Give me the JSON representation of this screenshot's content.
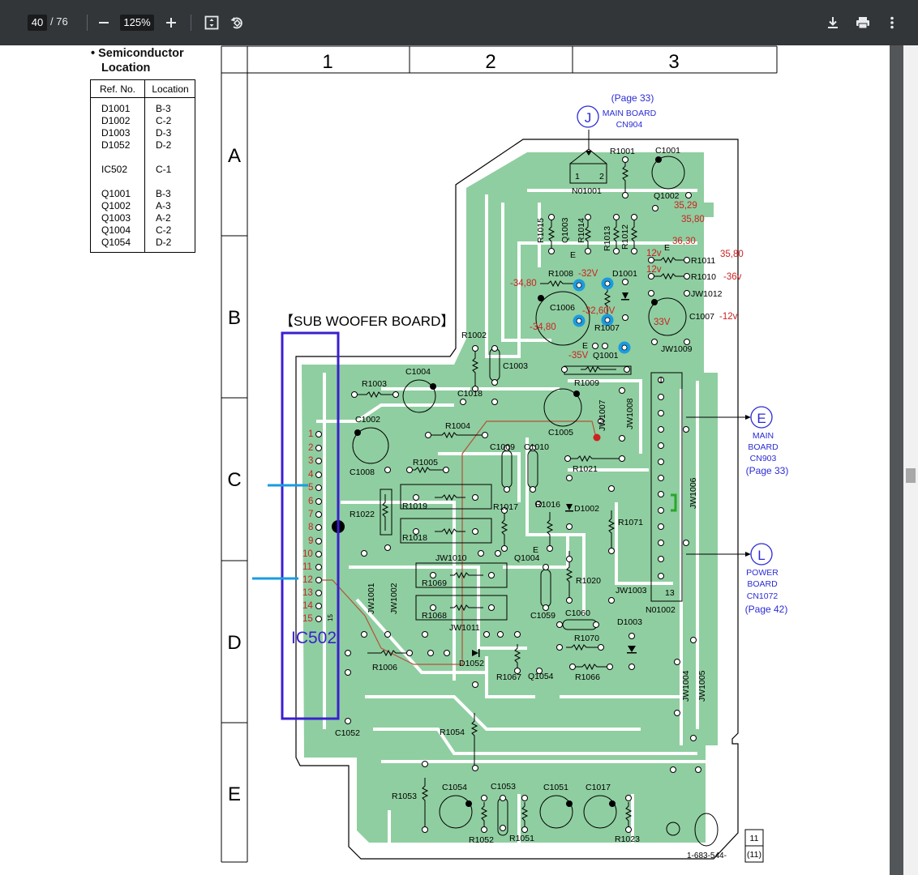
{
  "toolbar": {
    "page_current": "40",
    "page_total": "/ 76",
    "zoom": "125%",
    "icons": [
      "minus-icon",
      "plus-icon",
      "fit-page-icon",
      "rotate-icon",
      "download-icon",
      "print-icon",
      "more-icon"
    ]
  },
  "semiconductor": {
    "title_line1": "• Semiconductor",
    "title_line2": "Location",
    "col_ref": "Ref. No.",
    "col_loc": "Location",
    "rows": [
      {
        "ref": "D1001",
        "loc": "B-3"
      },
      {
        "ref": "D1002",
        "loc": "C-2"
      },
      {
        "ref": "D1003",
        "loc": "D-3"
      },
      {
        "ref": "D1052",
        "loc": "D-2"
      },
      {
        "ref": "IC502",
        "loc": "C-1"
      },
      {
        "ref": "Q1001",
        "loc": "B-3"
      },
      {
        "ref": "Q1002",
        "loc": "A-3"
      },
      {
        "ref": "Q1003",
        "loc": "A-2"
      },
      {
        "ref": "Q1004",
        "loc": "C-2"
      },
      {
        "ref": "Q1054",
        "loc": "D-2"
      }
    ]
  },
  "grid": {
    "columns": [
      "1",
      "2",
      "3"
    ],
    "rows": [
      "A",
      "B",
      "C",
      "D",
      "E"
    ]
  },
  "board": {
    "title": "【SUB WOOFER BOARD】",
    "ic_label": "IC502",
    "pins": [
      "1",
      "2",
      "3",
      "4",
      "5",
      "6",
      "7",
      "8",
      "9",
      "10",
      "11",
      "12",
      "13",
      "14",
      "15"
    ],
    "pin15": "15",
    "connectors": {
      "j_letter": "J",
      "j_page": "(Page 33)",
      "j_board": "MAIN BOARD",
      "j_cn": "CN904",
      "e_letter": "E",
      "e_line1": "MAIN",
      "e_line2": "BOARD",
      "e_cn": "CN903",
      "e_page": "(Page 33)",
      "l_letter": "L",
      "l_line1": "POWER",
      "l_line2": "BOARD",
      "l_cn": "CN1072",
      "l_page": "(Page 42)"
    },
    "components": {
      "R1001": "R1001",
      "C1001": "C1001",
      "N01001": "N01001",
      "Q1002": "Q1002",
      "R1015": "R1015",
      "Q1003": "Q1003",
      "R1014": "R1014",
      "R1013": "R1013",
      "R1012": "R1012",
      "R1011": "R1011",
      "R1010": "R1010",
      "R1008": "R1008",
      "D1001": "D1001",
      "JW1012": "JW1012",
      "C1006": "C1006",
      "R1007": "R1007",
      "C1007": "C1007",
      "Q1001": "Q1001",
      "JW1009": "JW1009",
      "R1002": "R1002",
      "C1003": "C1003",
      "R1009": "R1009",
      "R1003": "R1003",
      "C1004": "C1004",
      "C1018": "C1018",
      "C1002": "C1002",
      "C1005": "C1005",
      "JW1007": "JW1007",
      "JW1008": "JW1008",
      "R1004": "R1004",
      "C1009": "C1009",
      "C1010": "C1010",
      "R1021": "R1021",
      "C1008": "C1008",
      "R1005": "R1005",
      "R1019": "R1019",
      "R1017": "R1017",
      "R1016": "R1016",
      "D1002": "D1002",
      "R1022": "R1022",
      "R1018": "R1018",
      "R1071": "R1071",
      "Q1004": "Q1004",
      "JW1006": "JW1006",
      "JW1010": "JW1010",
      "R1069": "R1069",
      "R1020": "R1020",
      "JW1003": "JW1003",
      "N01002": "N01002",
      "R1068": "R1068",
      "C1059": "C1059",
      "C1060": "C1060",
      "D1003": "D1003",
      "JW1011": "JW1011",
      "JW1001": "JW1001",
      "JW1002": "JW1002",
      "R1070": "R1070",
      "R1006": "R1006",
      "D1052": "D1052",
      "R1067": "R1067",
      "Q1054": "Q1054",
      "R1066": "R1066",
      "JW1004": "JW1004",
      "JW1005": "JW1005",
      "C1052": "C1052",
      "R1054": "R1054",
      "R1053": "R1053",
      "C1054": "C1054",
      "C1053": "C1053",
      "C1051": "C1051",
      "C1017": "C1017",
      "R1052": "R1052",
      "R1051": "R1051",
      "R1023": "R1023",
      "E1": "E",
      "E2": "E",
      "E3": "E",
      "E4": "E",
      "one": "1",
      "two": "2",
      "thirteen": "13"
    },
    "voltages": {
      "v1": "35,29",
      "v2": "35,80",
      "v3": "36,30",
      "v4": "12v",
      "v5": "35,80",
      "v6": "12v",
      "v7": "-36v",
      "v8": "-34,80",
      "v9": "-32V",
      "v10": "-32,60V",
      "v11": "-34,80",
      "v12": "33V",
      "v13": "-12v",
      "v14": "-35V"
    },
    "part_no": "1-683-544-",
    "page_box_top": "11",
    "page_box_bottom": "(11)"
  },
  "colors": {
    "pcb": "#8fcea0",
    "trace_bg": "#ffffff",
    "connector_blue": "#2b2bd6",
    "voltage_red": "#cc2222",
    "ic_box": "#3a1fd0",
    "probe_blue": "#1a9be0"
  }
}
